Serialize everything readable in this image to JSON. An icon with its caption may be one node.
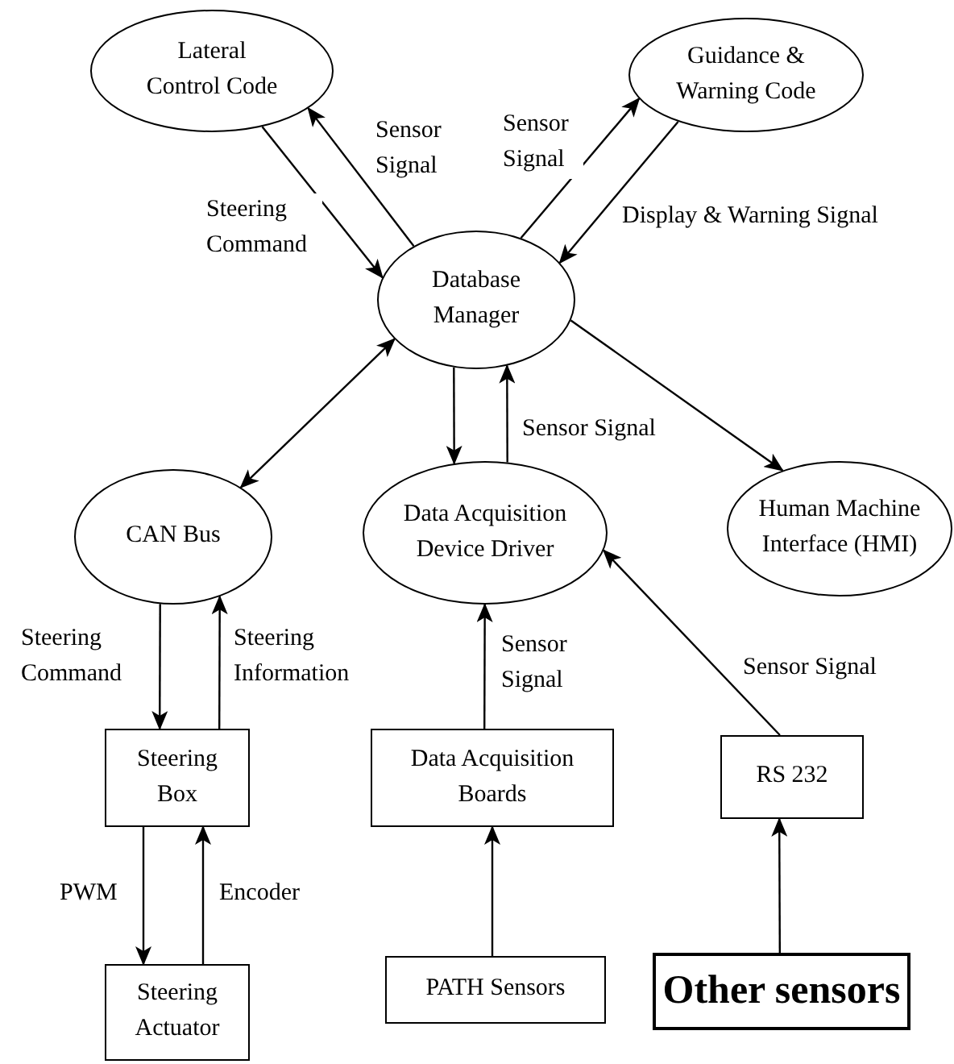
{
  "diagram": {
    "nodes": [
      {
        "text": [
          "Lateral Control Code"
        ]
      },
      {
        "text": [
          "Guidance & Warning Code"
        ]
      },
      {
        "text": [
          "Database Manager"
        ]
      },
      {
        "text": [
          "CAN Bus"
        ]
      },
      {
        "text": [
          "Data Acquisition Device Driver"
        ]
      },
      {
        "text": [
          "Human Machine Interface (HMI)"
        ]
      },
      {
        "text": [
          "Steering Box"
        ]
      },
      {
        "text": [
          "Data Acquisition Boards"
        ]
      },
      {
        "text": [
          "RS 232"
        ]
      },
      {
        "text": [
          "Steering Actuator"
        ]
      },
      {
        "text": [
          "PATH Sensors"
        ]
      },
      {
        "text": [
          "Other sensors"
        ]
      }
    ],
    "edges": [
      {
        "from": 0,
        "to": 2,
        "arrow": "to",
        "label": "Steering Command"
      },
      {
        "from": 2,
        "to": 0,
        "arrow": "to",
        "label": "Sensor Signal"
      },
      {
        "from": 2,
        "to": 1,
        "arrow": "to",
        "label": "Sensor Signal"
      },
      {
        "from": 1,
        "to": 2,
        "arrow": "to",
        "label": "Display & Warning Signal"
      },
      {
        "from": 2,
        "to": 3,
        "arrow": "both"
      },
      {
        "from": 2,
        "to": 4,
        "arrow": "to"
      },
      {
        "from": 4,
        "to": 2,
        "arrow": "to",
        "label": "Sensor Signal"
      },
      {
        "from": 2,
        "to": 5,
        "arrow": "to"
      },
      {
        "from": 3,
        "to": 6,
        "arrow": "to",
        "label": "Steering Command"
      },
      {
        "from": 6,
        "to": 3,
        "arrow": "to",
        "label": "Steering Information"
      },
      {
        "from": 7,
        "to": 4,
        "arrow": "to",
        "label": "Sensor Signal"
      },
      {
        "from": 8,
        "to": 4,
        "arrow": "to",
        "label": "Sensor Signal"
      },
      {
        "from": 6,
        "to": 9,
        "arrow": "to",
        "label": "PWM"
      },
      {
        "from": 9,
        "to": 6,
        "arrow": "to",
        "label": "Encoder"
      },
      {
        "from": 10,
        "to": 7,
        "arrow": "to"
      },
      {
        "from": 11,
        "to": 8,
        "arrow": "to"
      }
    ]
  }
}
